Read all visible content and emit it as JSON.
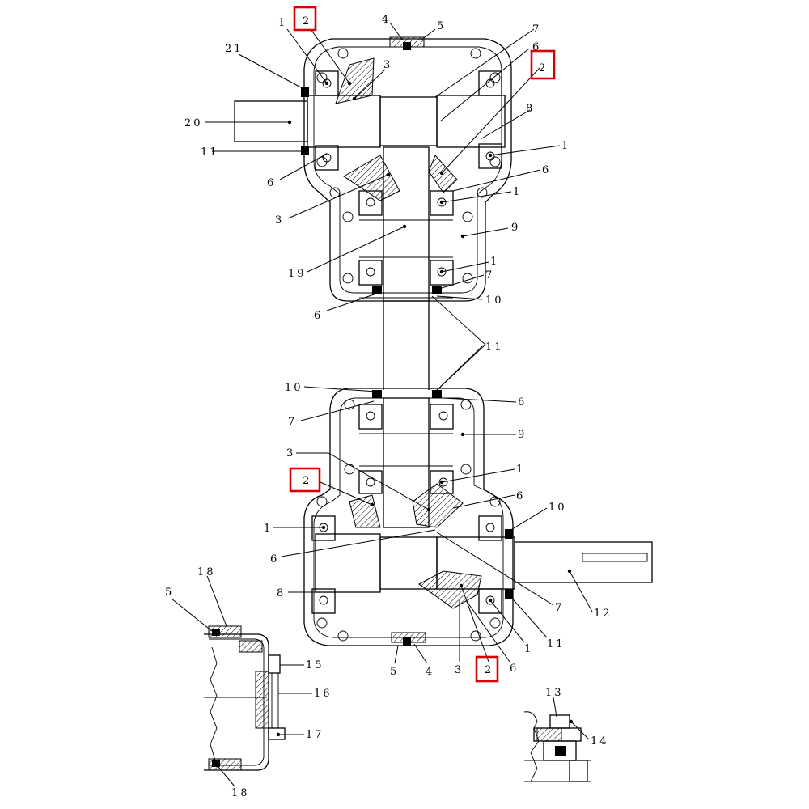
{
  "diagram": {
    "callouts": {
      "c1": "1",
      "c2": "2",
      "c3": "3",
      "c4": "4",
      "c5": "5",
      "c6": "6",
      "c7": "7",
      "c8": "8",
      "c9": "9",
      "c10": "10",
      "c11": "11",
      "c12": "12",
      "c13": "13",
      "c14": "14",
      "c15": "15",
      "c16": "16",
      "c17": "17",
      "c18": "18",
      "c19": "19",
      "c20": "20",
      "c21": "21"
    },
    "highlight_color": "#d90000"
  }
}
